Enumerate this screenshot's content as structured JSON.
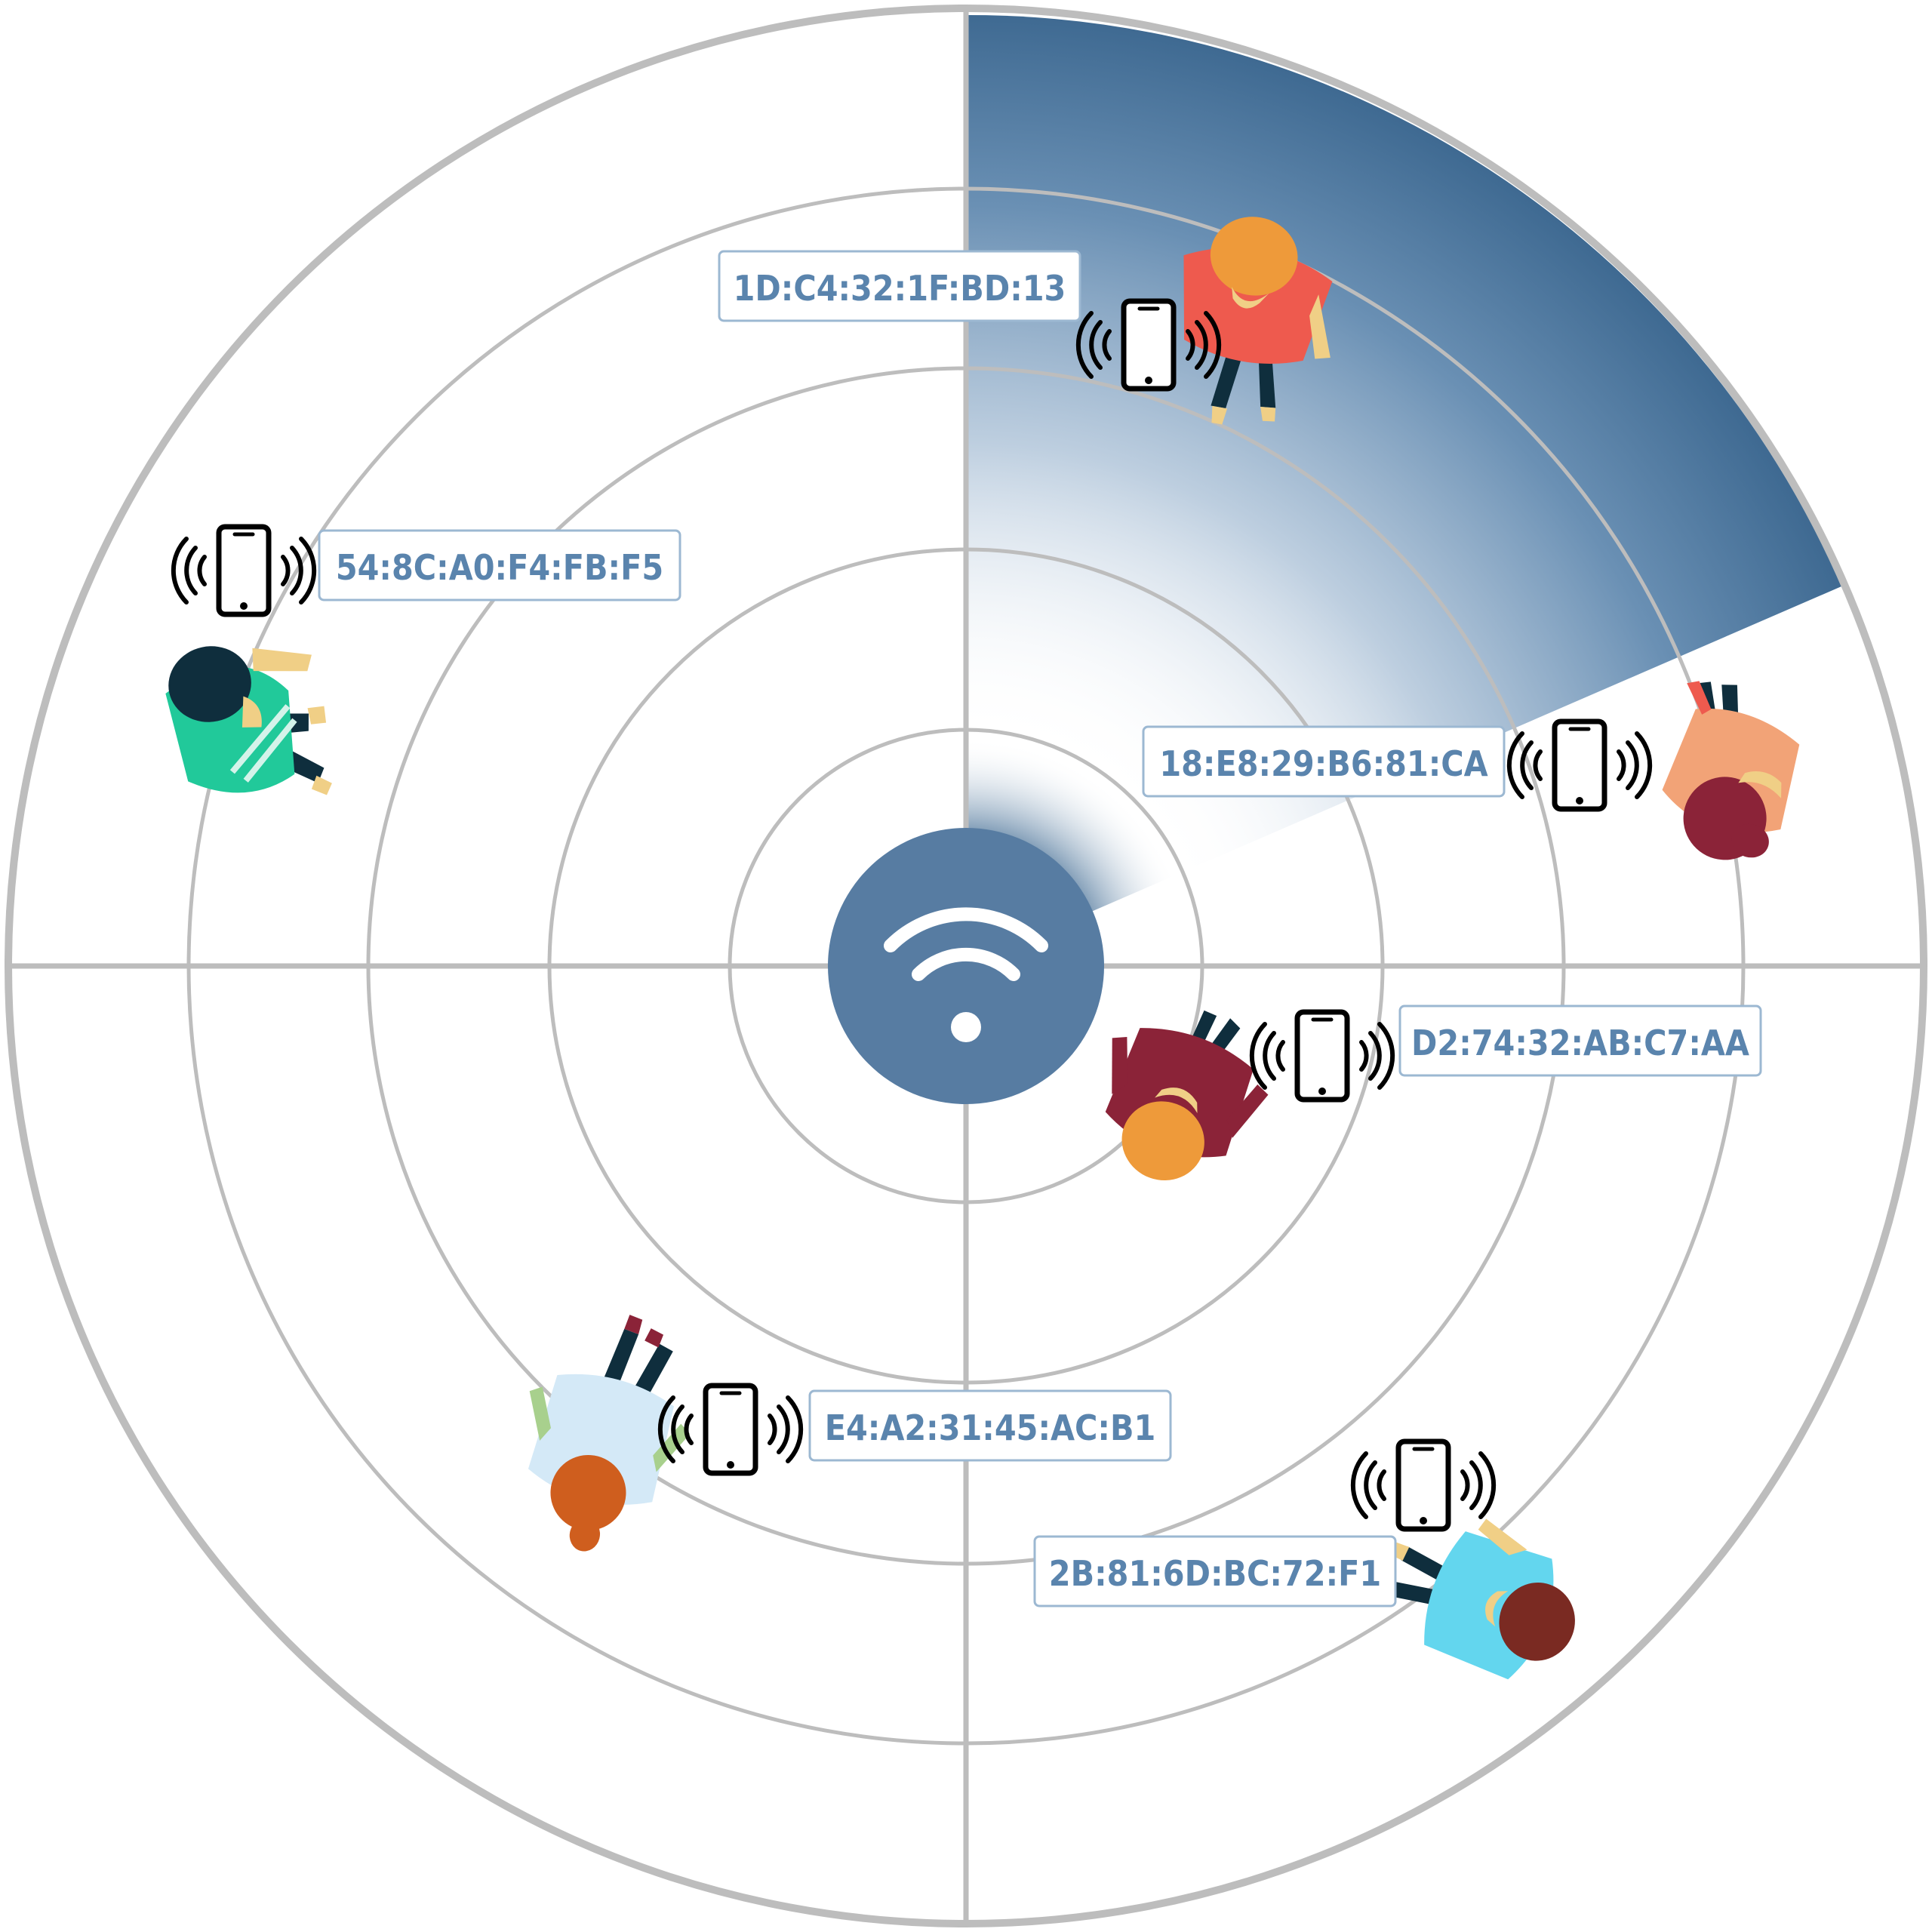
{
  "accent_color": "#577ca2",
  "center_icon": "wifi-icon",
  "devices": [
    {
      "mac": "1D:C4:32:1F:BD:13",
      "person_shirt": "#ee5a4e",
      "person_head": "#ee9a3a",
      "icon": "phone-signal-icon"
    },
    {
      "mac": "54:8C:A0:F4:FB:F5",
      "person_shirt": "#21c99a",
      "person_head": "#0f2e3d",
      "icon": "phone-signal-icon"
    },
    {
      "mac": "18:E8:29:B6:81:CA",
      "person_shirt": "#f2a377",
      "person_head": "#8b2338",
      "icon": "phone-signal-icon"
    },
    {
      "mac": "D2:74:32:AB:C7:AA",
      "person_shirt": "#8b2338",
      "person_head": "#ee9a3a",
      "icon": "phone-signal-icon"
    },
    {
      "mac": "E4:A2:31:45:AC:B1",
      "person_shirt": "#d4e9f7",
      "person_head": "#cf5e1e",
      "icon": "phone-signal-icon"
    },
    {
      "mac": "2B:81:6D:BC:72:F1",
      "person_shirt": "#63d6ee",
      "person_head": "#7a2a22",
      "icon": "phone-signal-icon"
    }
  ]
}
